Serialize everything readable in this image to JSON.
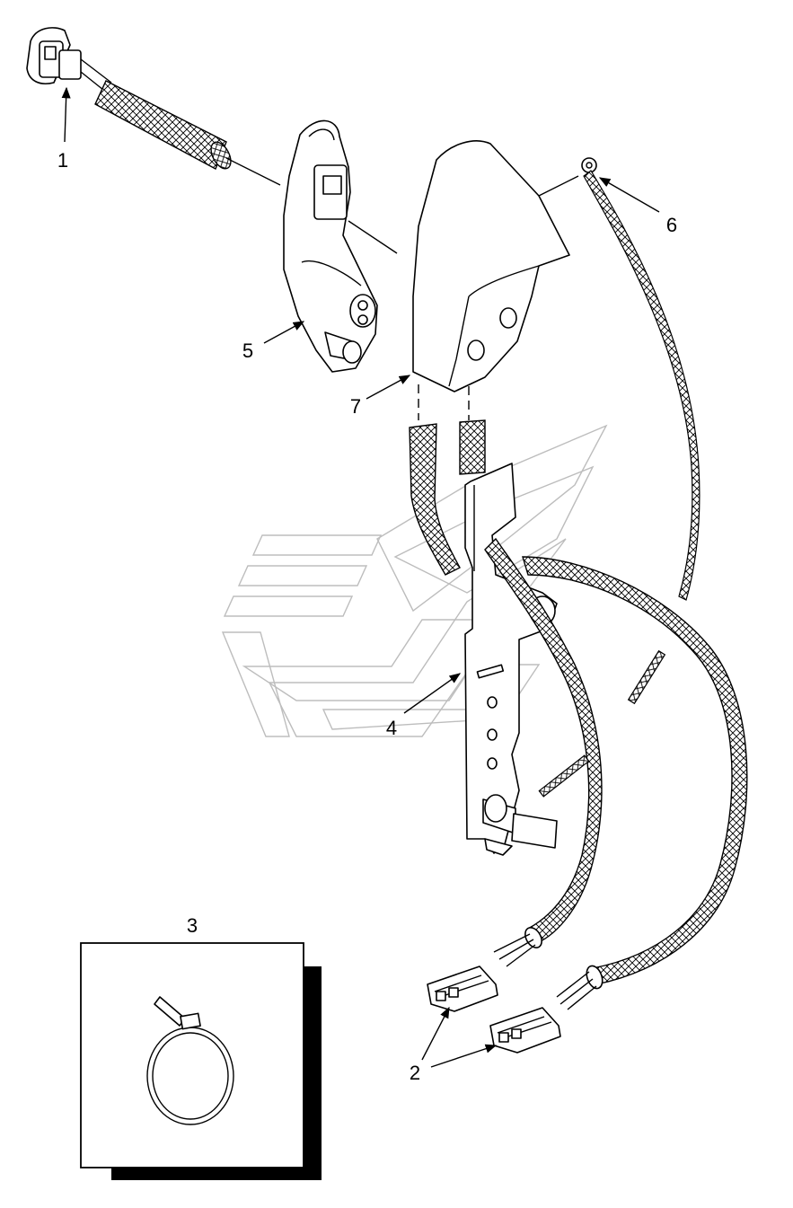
{
  "callouts": {
    "c1": "1",
    "c2": "2",
    "c3": "3",
    "c4": "4",
    "c5": "5",
    "c6": "6",
    "c7": "7"
  },
  "colors": {
    "ink": "#000000",
    "watermark": "#bdbdbd",
    "background": "#ffffff"
  }
}
